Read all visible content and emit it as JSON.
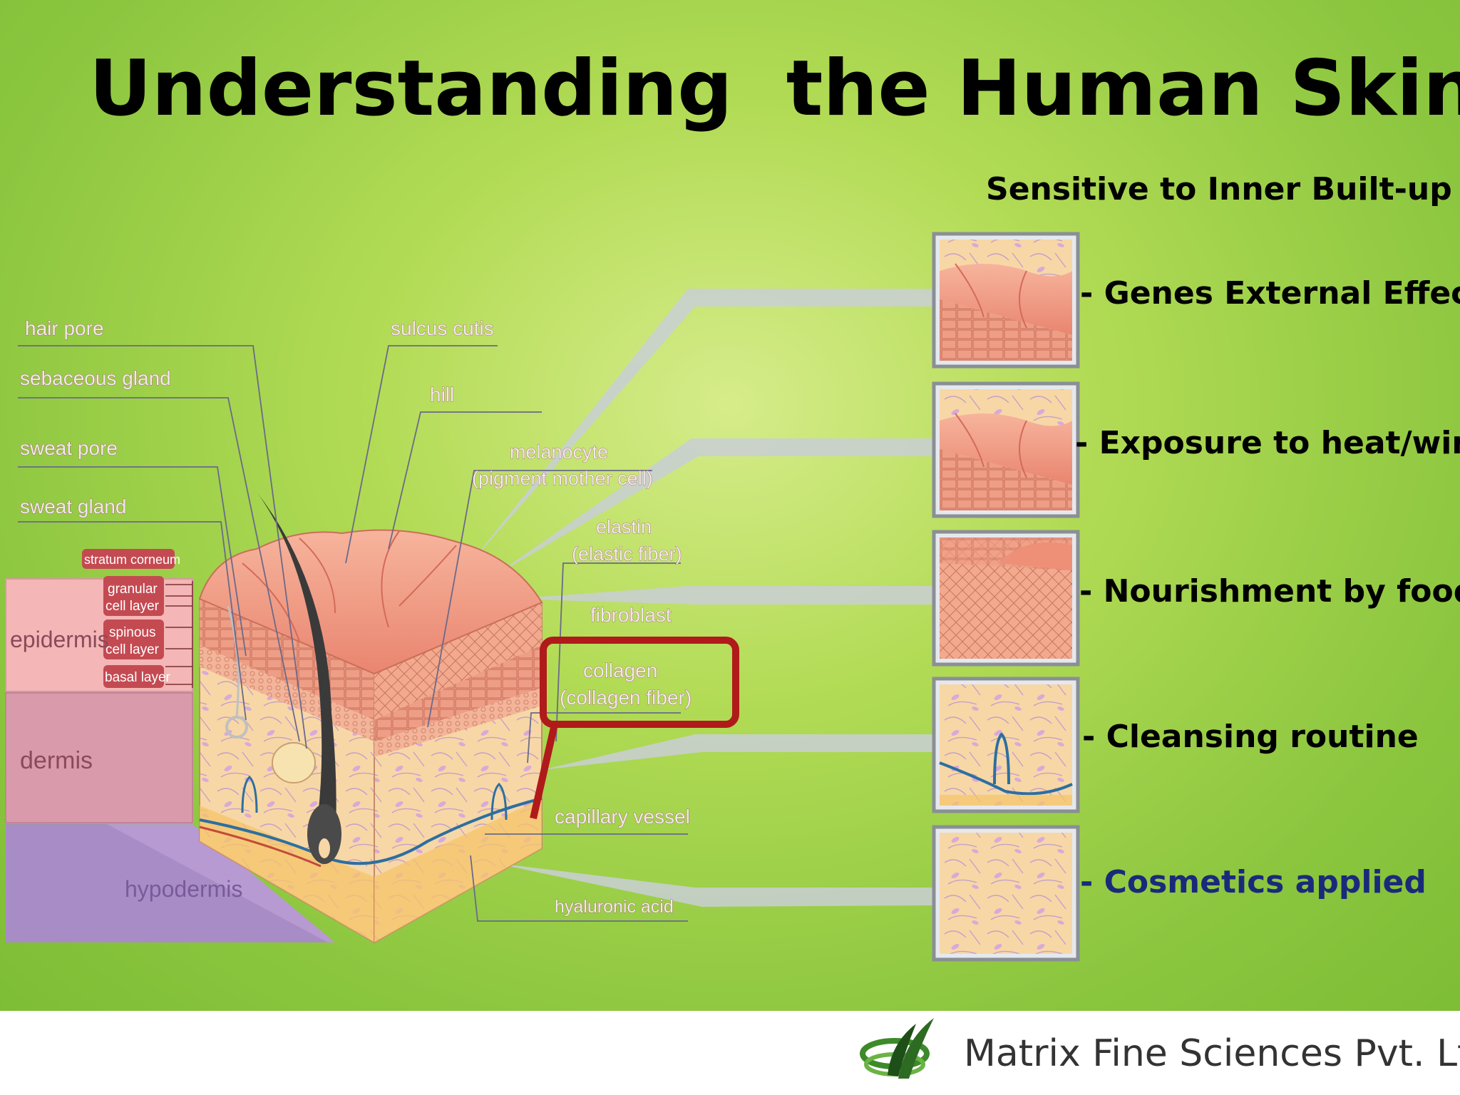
{
  "title": "Understanding  the Human Skin",
  "subtitle": "Sensitive to Inner Built-up",
  "factors": [
    "- Genes External Effects",
    "- Exposure to heat/winds",
    "- Nourishment by food",
    "- Cleansing routine",
    "- Cosmetics applied"
  ],
  "diagram_labels": {
    "hair_pore": "hair pore",
    "sebaceous_gland": "sebaceous gland",
    "sweat_pore": "sweat pore",
    "sweat_gland": "sweat gland",
    "stratum_corneum": "stratum corneum",
    "granular_1": "granular",
    "granular_2": "cell layer",
    "spinous_1": "spinous",
    "spinous_2": "cell layer",
    "basal_layer": "basal layer",
    "epidermis": "epidermis",
    "dermis": "dermis",
    "hypodermis": "hypodermis",
    "sulcus_cutis": "sulcus cutis",
    "hill": "hill",
    "melanocyte_1": "melanocyte",
    "melanocyte_2": "(pigment mother cell)",
    "elastin_1": "elastin",
    "elastin_2": "(elastic fiber)",
    "fibroblast": "fibroblast",
    "collagen_1": "collagen",
    "collagen_2": "(collagen fiber)",
    "capillary_vessel": "capillary vessel",
    "hyaluronic_acid": "hyaluronic acid"
  },
  "colors": {
    "highlight_box": "#b01a1a",
    "cosmetics_text": "#1a2a7a"
  },
  "footer": {
    "company": "Matrix Fine Sciences Pvt. Ltd."
  }
}
